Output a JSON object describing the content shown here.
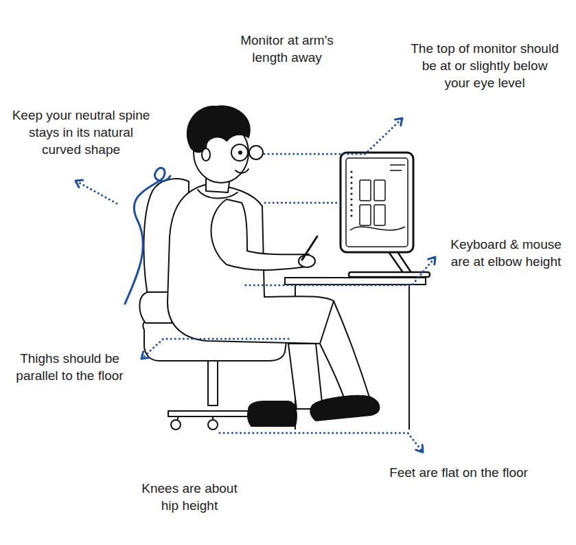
{
  "diagram": {
    "labels": [
      "Monitor at arm's length away",
      "The top of monitor should be at or slightly below your eye level",
      "Keep your neutral spine stays in its natural curved shape",
      "Keyboard & mouse are at elbow height",
      "Thighs should be parallel to the floor",
      "Feet are flat on the floor",
      "Knees are about hip height"
    ]
  }
}
